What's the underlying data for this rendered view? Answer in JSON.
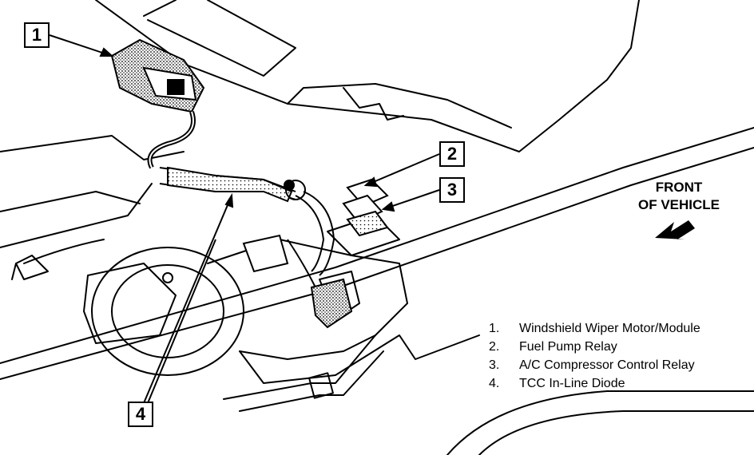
{
  "callouts": [
    "1",
    "2",
    "3",
    "4"
  ],
  "front_label": {
    "line1": "FRONT",
    "line2": "OF VEHICLE"
  },
  "legend": [
    {
      "num": "1.",
      "text": "Windshield Wiper Motor/Module"
    },
    {
      "num": "2.",
      "text": "Fuel Pump Relay"
    },
    {
      "num": "3.",
      "text": "A/C Compressor Control Relay"
    },
    {
      "num": "4.",
      "text": "TCC In-Line Diode"
    }
  ]
}
